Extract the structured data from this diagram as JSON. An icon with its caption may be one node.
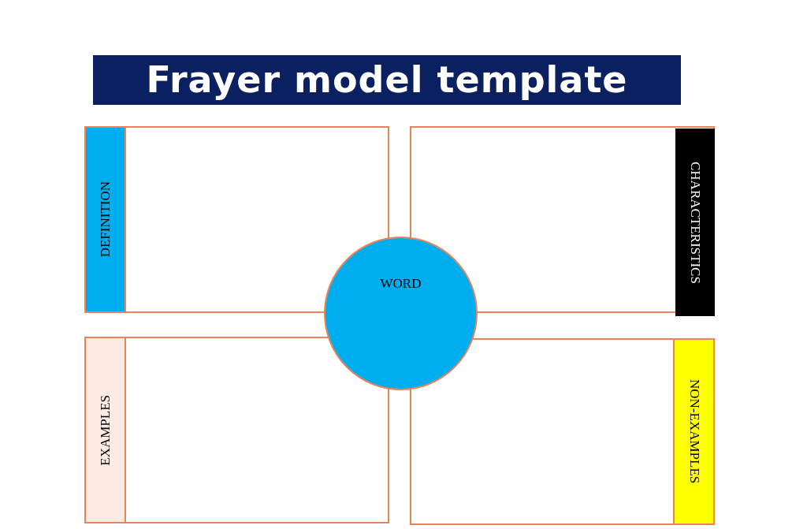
{
  "diagram": {
    "title": "Frayer model template",
    "nodes": [
      {
        "text": [],
        "shape": "box"
      },
      {
        "text": [
          "DEFINITION"
        ],
        "in": 0
      },
      {
        "text": [],
        "shape": "box"
      },
      {
        "text": [
          "CHARACTERISTICS"
        ],
        "in": 2
      },
      {
        "text": [
          "WORD"
        ]
      },
      {
        "text": [],
        "shape": "box"
      },
      {
        "text": [
          "EXAMPLES"
        ],
        "in": 5
      },
      {
        "text": [],
        "shape": "box"
      },
      {
        "text": [
          "NON-EXAMPLES"
        ],
        "in": 7
      }
    ]
  }
}
